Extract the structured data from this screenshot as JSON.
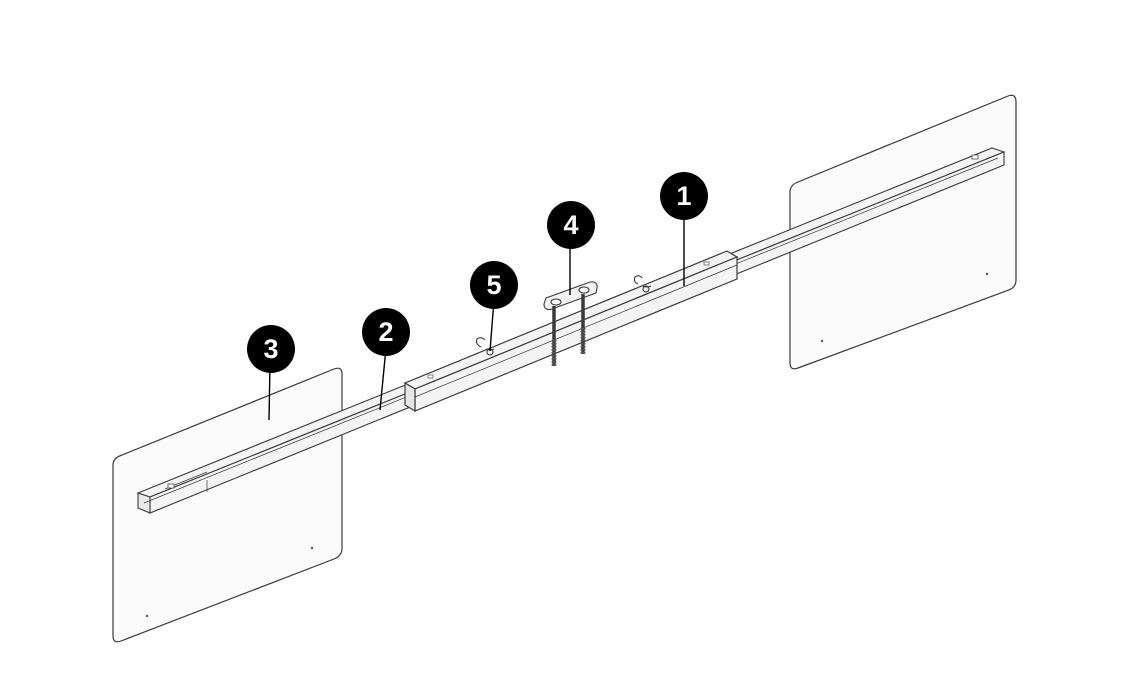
{
  "callouts": {
    "c1": "1",
    "c2": "2",
    "c3": "3",
    "c4": "4",
    "c5": "5"
  },
  "colors": {
    "line": "#3a3a3a",
    "panel_fill": "#fbfbfb",
    "beam_fill": "#f4f4f4",
    "callout_fill": "#000000",
    "callout_text": "#ffffff"
  }
}
